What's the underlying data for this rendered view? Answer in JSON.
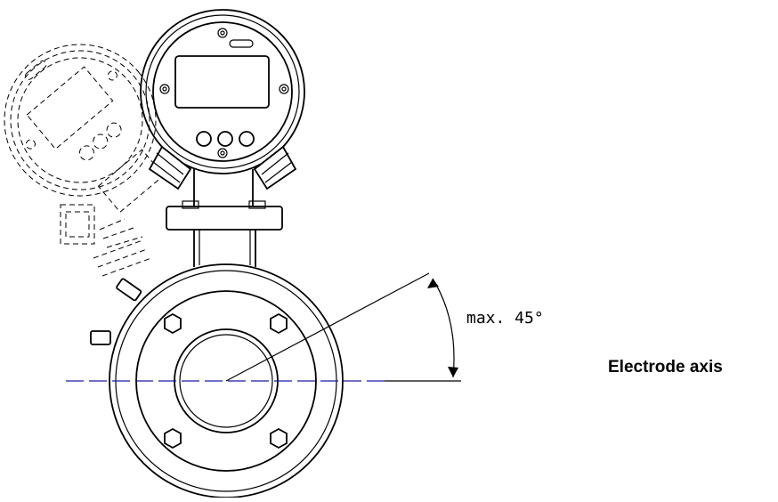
{
  "diagram": {
    "angle_label": "max. 45°",
    "axis_label": "Electrode axis",
    "line_colors": {
      "outline": "#000000",
      "axis_dash": "#1a1aa8"
    },
    "max_tilt_deg": 45
  }
}
